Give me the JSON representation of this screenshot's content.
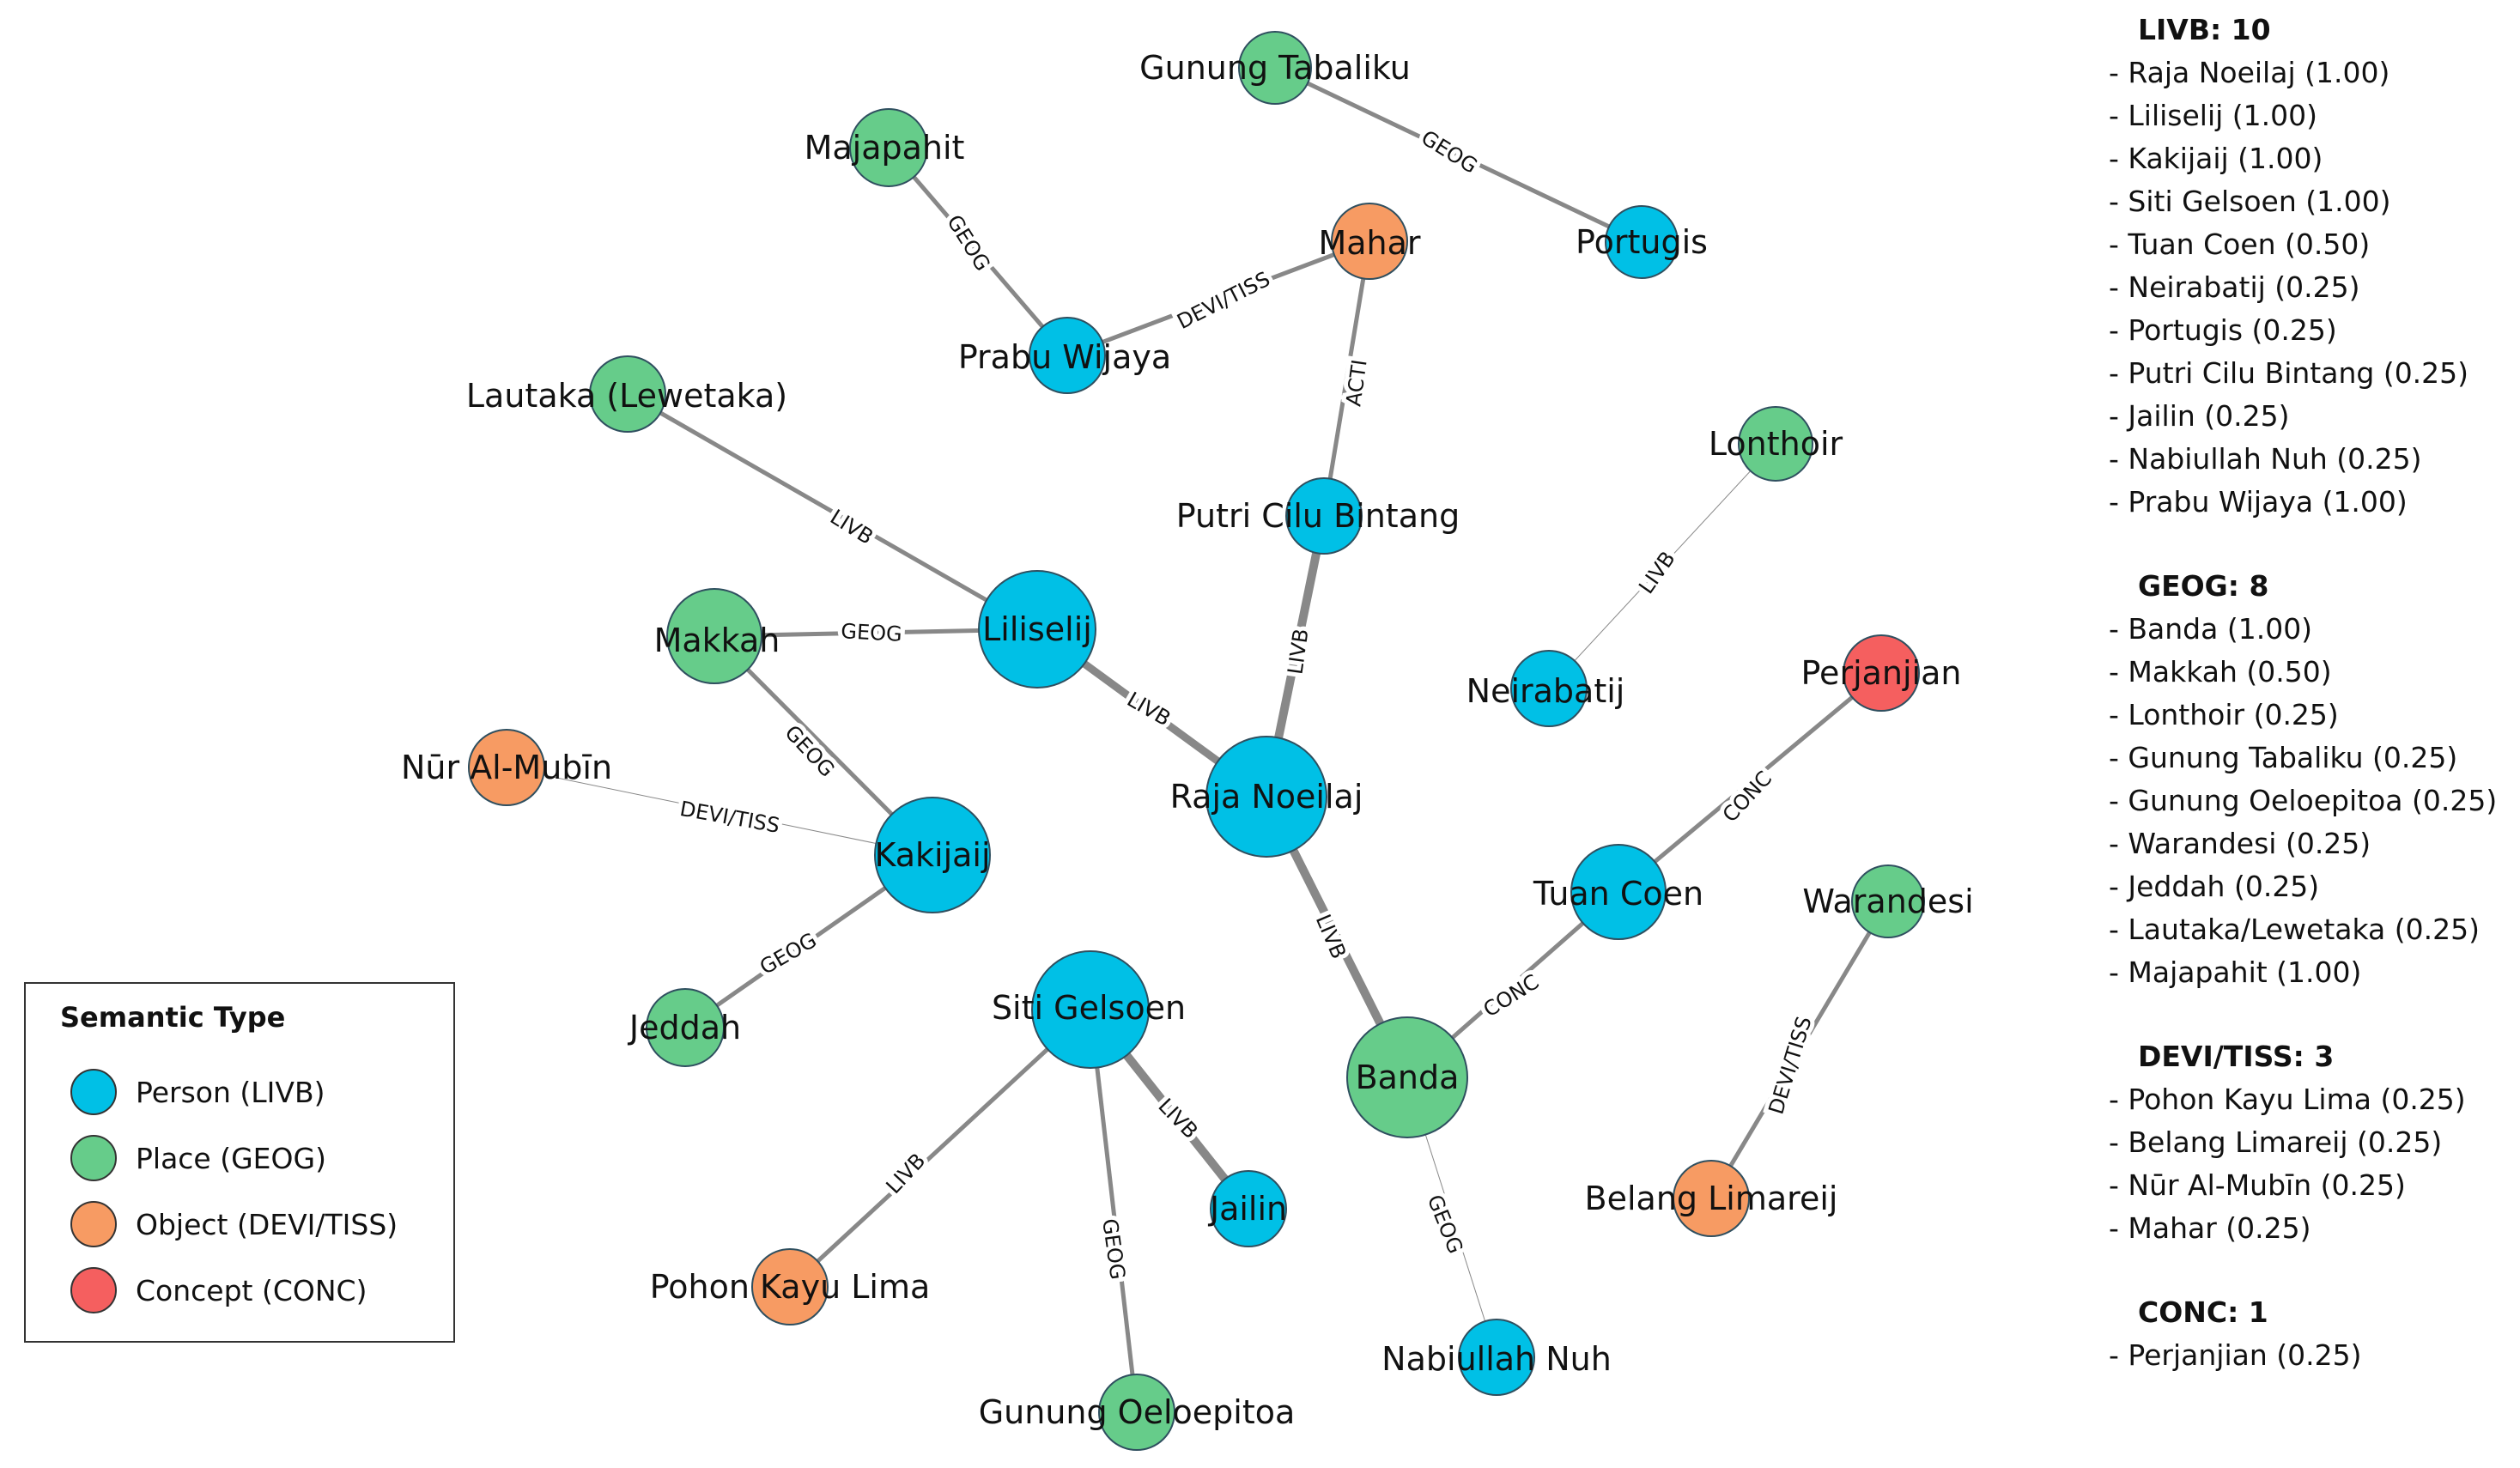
{
  "colors": {
    "person": "#00C0E6",
    "place": "#66CC8A",
    "object": "#F79B63",
    "concept": "#F55F5F",
    "edge": "#888888"
  },
  "nodes": [
    {
      "id": "gunung-tabaliku",
      "label": "Gunung Tabaliku",
      "type": "place"
    },
    {
      "id": "portugis",
      "label": "Portugis",
      "type": "person"
    },
    {
      "id": "majapahit",
      "label": "Majapahit",
      "type": "place"
    },
    {
      "id": "mahar",
      "label": "Mahar",
      "type": "object"
    },
    {
      "id": "prabu-wijaya",
      "label": "Prabu Wijaya",
      "type": "person"
    },
    {
      "id": "lautaka",
      "label": "Lautaka (Lewetaka)",
      "type": "place"
    },
    {
      "id": "lonthoir",
      "label": "Lonthoir",
      "type": "place"
    },
    {
      "id": "putri-cilu-bintang",
      "label": "Putri Cilu Bintang",
      "type": "person"
    },
    {
      "id": "liliselij",
      "label": "Liliselij",
      "type": "person"
    },
    {
      "id": "makkah",
      "label": "Makkah",
      "type": "place"
    },
    {
      "id": "neirabatij",
      "label": "Neirabatij",
      "type": "person"
    },
    {
      "id": "perjanjian",
      "label": "Perjanjian",
      "type": "concept"
    },
    {
      "id": "nur-al-mubin",
      "label": "Nūr Al-Mubīn",
      "type": "object"
    },
    {
      "id": "raja-noeilaj",
      "label": "Raja Noeilaj",
      "type": "person"
    },
    {
      "id": "kakijaij",
      "label": "Kakijaij",
      "type": "person"
    },
    {
      "id": "tuan-coen",
      "label": "Tuan Coen",
      "type": "person"
    },
    {
      "id": "warandesi",
      "label": "Warandesi",
      "type": "place"
    },
    {
      "id": "jeddah",
      "label": "Jeddah",
      "type": "place"
    },
    {
      "id": "siti-gelsoen",
      "label": "Siti Gelsoen",
      "type": "person"
    },
    {
      "id": "banda",
      "label": "Banda",
      "type": "place"
    },
    {
      "id": "jailin",
      "label": "Jailin",
      "type": "person"
    },
    {
      "id": "belang-limareij",
      "label": "Belang Limareij",
      "type": "object"
    },
    {
      "id": "pohon-kayu-lima",
      "label": "Pohon Kayu Lima",
      "type": "object"
    },
    {
      "id": "nabiullah-nuh",
      "label": "Nabiullah Nuh",
      "type": "person"
    },
    {
      "id": "gunung-oeloepitoa",
      "label": "Gunung Oeloepitoa",
      "type": "place"
    }
  ],
  "edges": [
    {
      "source": "gunung-tabaliku",
      "target": "portugis",
      "label": "GEOG"
    },
    {
      "source": "majapahit",
      "target": "prabu-wijaya",
      "label": "GEOG"
    },
    {
      "source": "prabu-wijaya",
      "target": "mahar",
      "label": "DEVI/TISS"
    },
    {
      "source": "mahar",
      "target": "putri-cilu-bintang",
      "label": "ACTI"
    },
    {
      "source": "lautaka",
      "target": "liliselij",
      "label": "LIVB"
    },
    {
      "source": "lonthoir",
      "target": "neirabatij",
      "label": "LIVB"
    },
    {
      "source": "makkah",
      "target": "liliselij",
      "label": "GEOG"
    },
    {
      "source": "liliselij",
      "target": "raja-noeilaj",
      "label": "LIVB"
    },
    {
      "source": "putri-cilu-bintang",
      "target": "raja-noeilaj",
      "label": "LIVB"
    },
    {
      "source": "makkah",
      "target": "kakijaij",
      "label": "GEOG"
    },
    {
      "source": "nur-al-mubin",
      "target": "kakijaij",
      "label": "DEVI/TISS"
    },
    {
      "source": "kakijaij",
      "target": "jeddah",
      "label": "GEOG"
    },
    {
      "source": "perjanjian",
      "target": "tuan-coen",
      "label": "CONC"
    },
    {
      "source": "tuan-coen",
      "target": "banda",
      "label": "CONC"
    },
    {
      "source": "raja-noeilaj",
      "target": "banda",
      "label": "LIVB"
    },
    {
      "source": "warandesi",
      "target": "belang-limareij",
      "label": "DEVI/TISS"
    },
    {
      "source": "siti-gelsoen",
      "target": "jailin",
      "label": "LIVB"
    },
    {
      "source": "siti-gelsoen",
      "target": "pohon-kayu-lima",
      "label": "LIVB"
    },
    {
      "source": "siti-gelsoen",
      "target": "gunung-oeloepitoa",
      "label": "GEOG"
    },
    {
      "source": "banda",
      "target": "nabiullah-nuh",
      "label": "GEOG"
    }
  ],
  "legend": {
    "title": "Semantic Type",
    "items": [
      {
        "label": "Person (LIVB)",
        "type": "person"
      },
      {
        "label": "Place (GEOG)",
        "type": "place"
      },
      {
        "label": "Object (DEVI/TISS)",
        "type": "object"
      },
      {
        "label": "Concept (CONC)",
        "type": "concept"
      }
    ]
  },
  "stats": [
    {
      "header": "LIVB: 10",
      "items": [
        "- Raja Noeilaj (1.00)",
        "- Liliselij (1.00)",
        "- Kakijaij (1.00)",
        "- Siti Gelsoen (1.00)",
        "- Tuan Coen (0.50)",
        "- Neirabatij (0.25)",
        "- Portugis (0.25)",
        "- Putri Cilu Bintang (0.25)",
        "- Jailin (0.25)",
        "- Nabiullah Nuh (0.25)",
        "- Prabu Wijaya (1.00)"
      ]
    },
    {
      "header": "GEOG: 8",
      "items": [
        "- Banda (1.00)",
        "- Makkah (0.50)",
        "- Lonthoir (0.25)",
        "- Gunung Tabaliku (0.25)",
        "- Gunung Oeloepitoa (0.25)",
        "- Warandesi (0.25)",
        "- Jeddah (0.25)",
        "- Lautaka/Lewetaka (0.25)",
        "- Majapahit (1.00)"
      ]
    },
    {
      "header": "DEVI/TISS: 3",
      "items": [
        "- Pohon Kayu Lima (0.25)",
        "- Belang Limareij (0.25)",
        "- Nūr Al-Mubīn (0.25)",
        "- Mahar (0.25)"
      ]
    },
    {
      "header": "CONC: 1",
      "items": [
        "- Perjanjian (0.25)"
      ]
    }
  ]
}
